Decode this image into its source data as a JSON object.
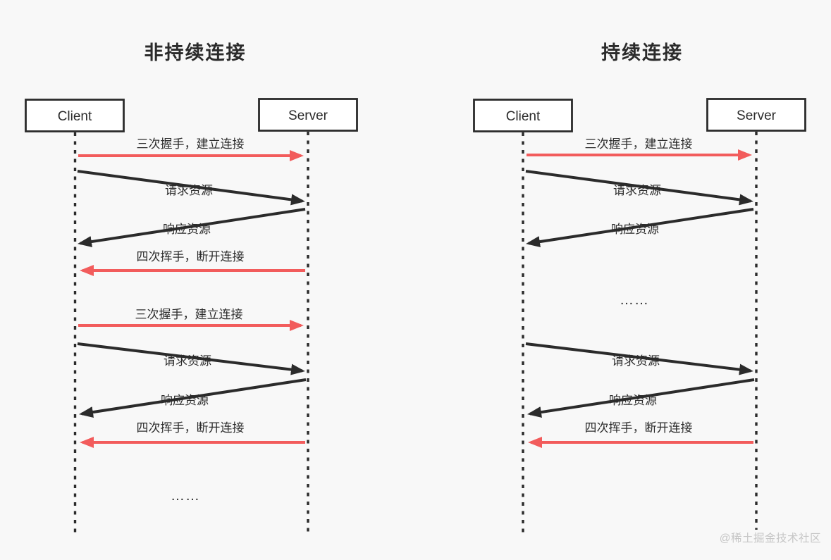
{
  "colors": {
    "background": "#f8f8f8",
    "ink": "#2b2b2b",
    "red": "#f25c5c",
    "box_fill": "#ffffff",
    "watermark": "#c6c6c6"
  },
  "watermark": "@稀土掘金技术社区",
  "left": {
    "title": "非持续连接",
    "client": "Client",
    "server": "Server",
    "messages": [
      {
        "label": "三次握手，建立连接",
        "type": "red-right"
      },
      {
        "label": "请求资源",
        "type": "black-diagonal-right"
      },
      {
        "label": "响应资源",
        "type": "black-diagonal-left"
      },
      {
        "label": "四次挥手，断开连接",
        "type": "red-left"
      },
      {
        "label": "三次握手，建立连接",
        "type": "red-right"
      },
      {
        "label": "请求资源",
        "type": "black-diagonal-right"
      },
      {
        "label": "响应资源",
        "type": "black-diagonal-left"
      },
      {
        "label": "四次挥手，断开连接",
        "type": "red-left"
      },
      {
        "label": "……",
        "type": "ellipsis"
      }
    ]
  },
  "right": {
    "title": "持续连接",
    "client": "Client",
    "server": "Server",
    "messages": [
      {
        "label": "三次握手，建立连接",
        "type": "red-right"
      },
      {
        "label": "请求资源",
        "type": "black-diagonal-right"
      },
      {
        "label": "响应资源",
        "type": "black-diagonal-left"
      },
      {
        "label": "……",
        "type": "ellipsis"
      },
      {
        "label": "请求资源",
        "type": "black-diagonal-right"
      },
      {
        "label": "响应资源",
        "type": "black-diagonal-left"
      },
      {
        "label": "四次挥手，断开连接",
        "type": "red-left"
      }
    ]
  }
}
